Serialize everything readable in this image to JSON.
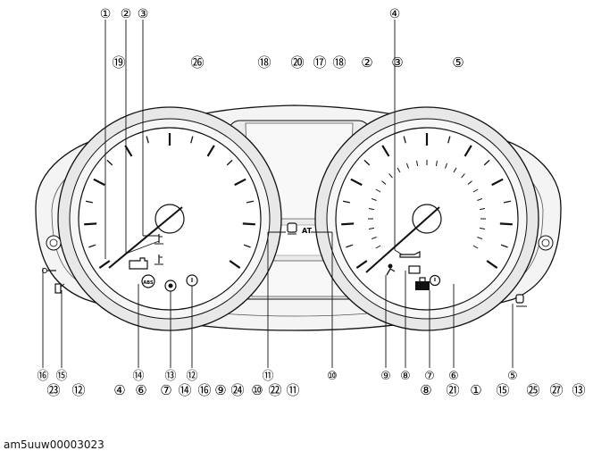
{
  "caption": "am5uuw00003023",
  "top_callouts": [
    "①",
    "②",
    "③",
    "④"
  ],
  "row_upper": [
    "⑲",
    "㉖",
    "⑱",
    "⑳",
    "⑰",
    "⑱",
    "②",
    "③",
    "⑤"
  ],
  "row_lower_callouts": [
    "⑯",
    "⑮",
    "⑭",
    "⑬",
    "⑫",
    "⑪",
    "⑩",
    "⑨",
    "⑧",
    "⑦",
    "⑥",
    "⑤"
  ],
  "row_bottom": [
    "㉓",
    "⑫",
    "④",
    "⑥",
    "⑦",
    "⑭",
    "⑯",
    "⑨",
    "㉔",
    "⑩",
    "㉒",
    "⑪",
    "⑧",
    "㉑",
    "①",
    "⑮",
    "㉕",
    "㉗",
    "⑬"
  ],
  "indicators": {
    "at": "AT",
    "abs": "ABS"
  },
  "colors": {
    "line": "#111111",
    "bezel_fill": "#e8e8e8",
    "panel_fill": "#f4f4f4",
    "face_fill": "#ffffff"
  }
}
